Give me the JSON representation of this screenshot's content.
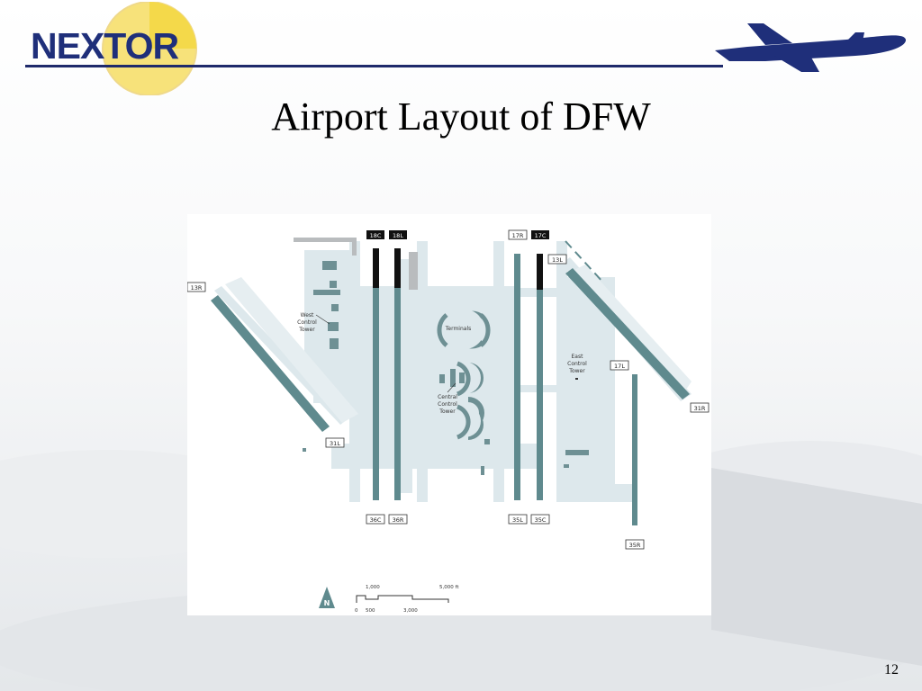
{
  "slide": {
    "logo_text": "NEXTOR",
    "title": "Airport Layout of DFW",
    "page_number": "12"
  },
  "map": {
    "runways": {
      "r18c": "18C",
      "r18l": "18L",
      "r17r": "17R",
      "r17c": "17C",
      "r13l": "13L",
      "r13r": "13R",
      "r17l": "17L",
      "r31r": "31R",
      "r31l": "31L",
      "r36c": "36C",
      "r36r": "36R",
      "r35l": "35L",
      "r35c": "35C",
      "r35r": "35R"
    },
    "labels": {
      "west_tower": [
        "West",
        "Control",
        "Tower"
      ],
      "terminals": "Terminals",
      "east_tower": [
        "East",
        "Control",
        "Tower"
      ],
      "central_tower": [
        "Central",
        "Control",
        "Tower"
      ]
    },
    "scale": {
      "north": "N",
      "top_1": "1,000",
      "top_2": "5,000 ft",
      "bottom_1": "0",
      "bottom_2": "500",
      "bottom_3": "3,000"
    }
  },
  "colors": {
    "runway": "#5f8a8e",
    "taxiway": "#dde8ec",
    "brand_blue": "#1f2f7a",
    "brand_yellow": "#f7e27a"
  }
}
